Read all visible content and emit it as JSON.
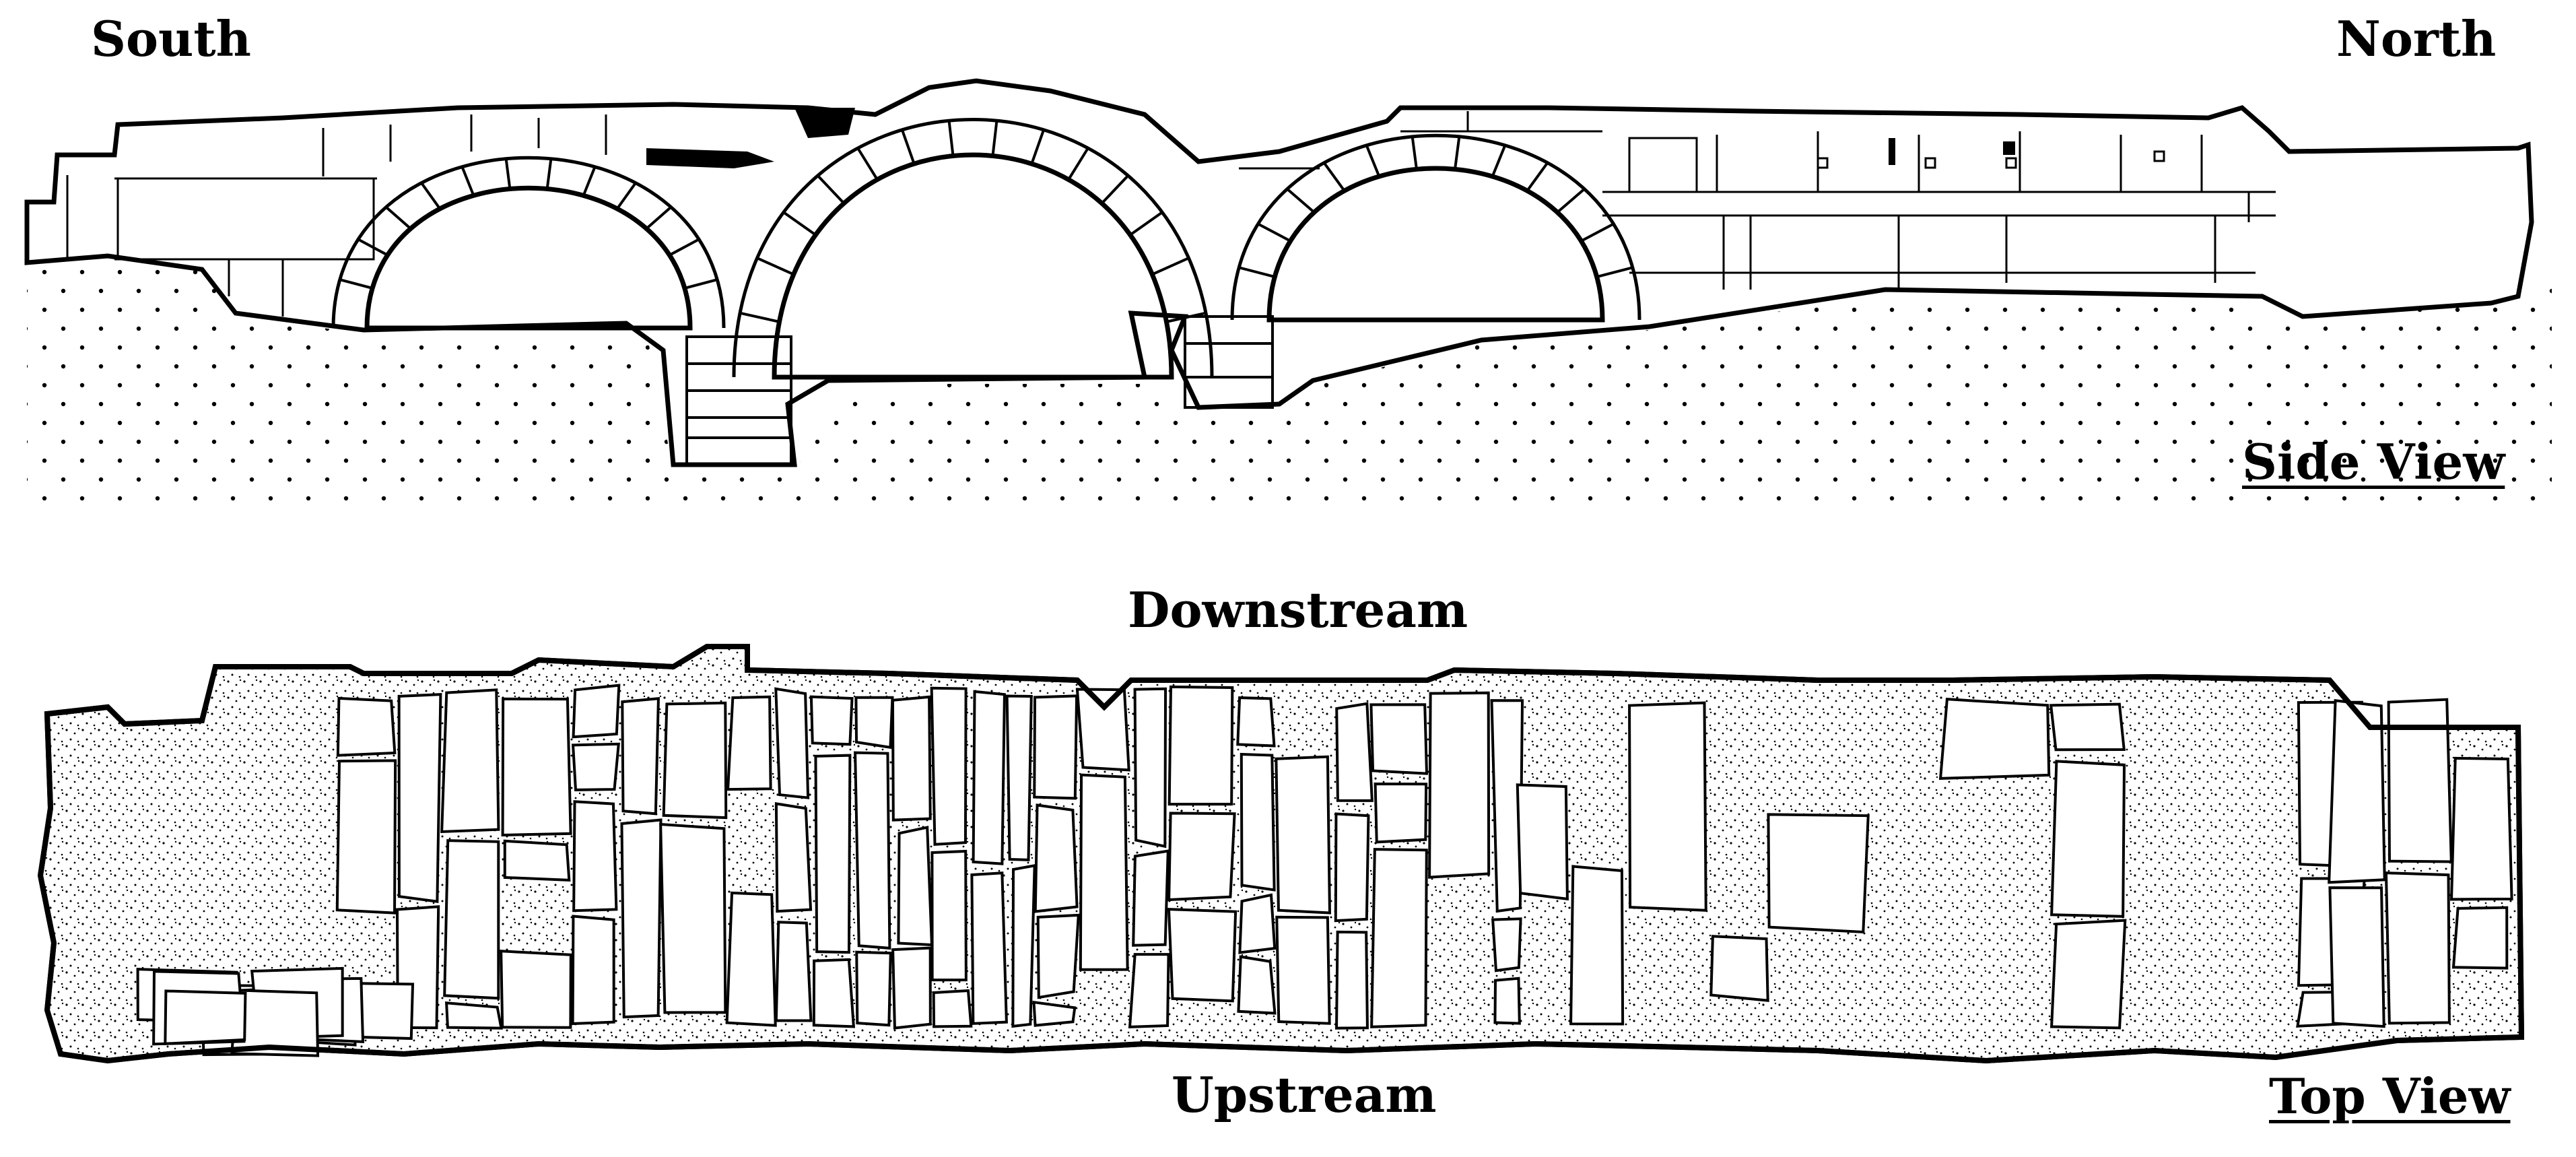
{
  "labels": {
    "south": "South",
    "north": "North",
    "side_view": "Side View",
    "downstream": "Downstream",
    "upstream": "Upstream",
    "top_view": "Top View"
  },
  "side_view": {
    "arch_count": 3,
    "ground_fill": "dotted",
    "stroke_color": "#000000"
  },
  "top_view": {
    "fill_texture": "stippled",
    "stroke_color": "#000000"
  }
}
